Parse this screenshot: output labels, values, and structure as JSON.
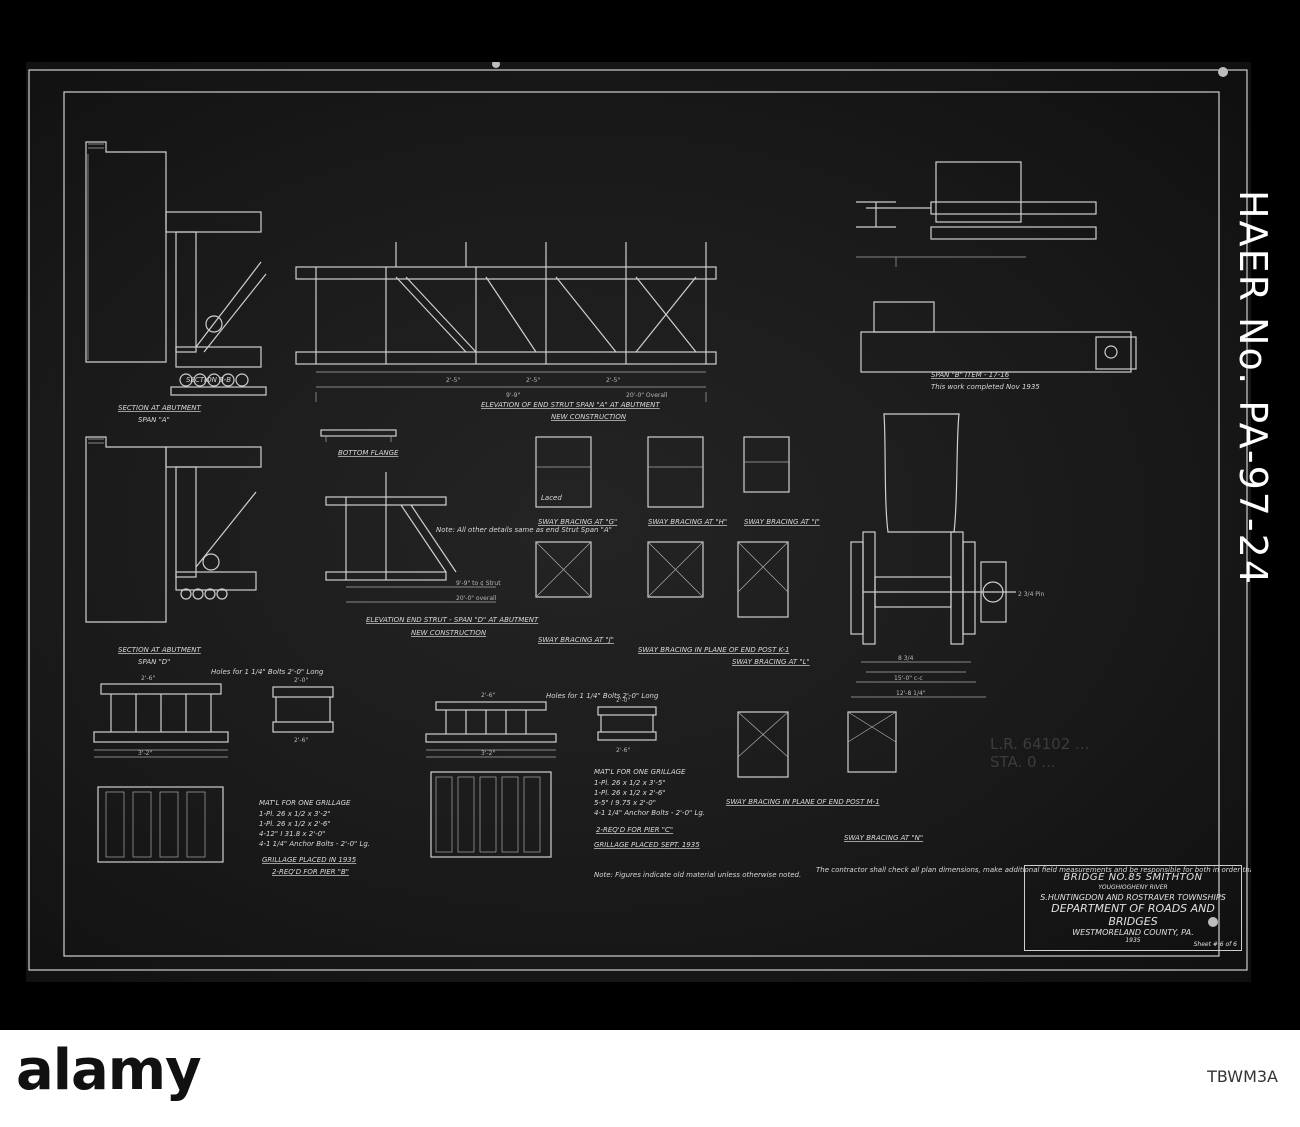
{
  "drawing": {
    "haer_number": "HAER No. PA-97-24",
    "stamp": [
      "L.R. 64102 ...",
      "STA. 0 ..."
    ],
    "title_block": {
      "bridge": "BRIDGE NO.85 SMITHTON",
      "river": "YOUGHIOGHENY RIVER",
      "townships": "S.HUNTINGDON AND ROSTRAVER TOWNSHIPS",
      "department": "DEPARTMENT OF ROADS AND BRIDGES",
      "county": "WESTMORELAND COUNTY, PA.",
      "year": "1935",
      "sheet": "Sheet # 6 of 6"
    },
    "labels": {
      "section_abutment_a": "SECTION AT ABUTMENT",
      "span_a": "SPAN \"A\"",
      "section_b_b": "SECTION B-B",
      "elevation_span_a": "ELEVATION OF END STRUT SPAN \"A\" AT ABUTMENT",
      "new_construction_1": "NEW CONSTRUCTION",
      "section_abutment_d": "SECTION AT ABUTMENT",
      "span_d": "SPAN \"D\"",
      "bottom_flange": "BOTTOM FLANGE",
      "elevation_span_d": "ELEVATION END STRUT - SPAN \"D\" AT ABUTMENT",
      "new_construction_2": "NEW CONSTRUCTION",
      "note_other_details": "Note: All other details same as end Strut Span \"A\"",
      "sway_g": "SWAY BRACING AT \"G\"",
      "sway_h": "SWAY BRACING AT \"H\"",
      "sway_i": "SWAY BRACING AT \"I\"",
      "sway_j": "SWAY BRACING AT \"J\"",
      "sway_k": "SWAY BRACING IN PLANE OF END POST K-1",
      "sway_l": "SWAY BRACING AT \"L\"",
      "sway_m": "SWAY BRACING IN PLANE OF END POST M-1",
      "sway_n": "SWAY BRACING AT \"N\"",
      "laced": "Laced",
      "span_b_item": "SPAN \"B\" ITEM - 17-16",
      "span_b_note": "This work completed Nov 1935",
      "grillage_b_matl": "MAT'L FOR ONE GRILLAGE",
      "grillage_b_l1": "1-Pl. 26 x 1/2 x 3'-2\"",
      "grillage_b_l2": "1-Pl. 26 x 1/2 x 2'-6\"",
      "grillage_b_l3": "4-12\" I 31.8 x 2'-0\"",
      "grillage_b_l4": "4-1 1/4\" Anchor Bolts - 2'-0\" Lg.",
      "grillage_b_placed": "GRILLAGE PLACED IN 1935",
      "grillage_b_reqd": "2-REQ'D FOR PIER \"B\"",
      "grillage_c_matl": "MAT'L FOR ONE GRILLAGE",
      "grillage_c_l1": "1-Pl. 26 x 1/2 x 3'-5\"",
      "grillage_c_l2": "1-Pl. 26 x 1/2 x 2'-6\"",
      "grillage_c_l3": "5-5\" I 9.75 x 2'-0\"",
      "grillage_c_l4": "4-1 1/4\" Anchor Bolts - 2'-0\" Lg.",
      "grillage_c_reqd": "2-REQ'D FOR PIER \"C\"",
      "grillage_c_placed": "GRILLAGE PLACED SEPT. 1935",
      "holes_note_1": "Holes for 1 1/4\" Bolts 2'-0\" Long",
      "holes_note_2": "Holes for 1 1/4\" Bolts 2'-0\" Long",
      "note_figures": "Note: Figures indicate old material unless otherwise noted.",
      "note_contractor": "The contractor shall check all plan dimensions, make additional field measurements and be responsible for both in order that the new work shall fit the old work."
    }
  },
  "footer": {
    "logo": "alamy",
    "image_id_label": "",
    "image_id": "TBWM3A"
  }
}
